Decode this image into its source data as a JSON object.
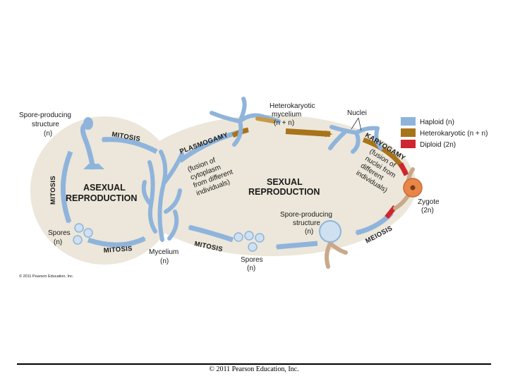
{
  "colors": {
    "haploid": "#8fb4dc",
    "heterokaryotic": "#a8741a",
    "diploid": "#d0262f",
    "background_oval": "#ece7da",
    "arrow": "#8fb4dc",
    "zygote": "#e8864a"
  },
  "legend": {
    "haploid": "Haploid (n)",
    "heterokaryotic": "Heterokaryotic (n + n)",
    "diploid": "Diploid (2n)"
  },
  "regions": {
    "asexual_line1": "ASEXUAL",
    "asexual_line2": "REPRODUCTION",
    "sexual_line1": "SEXUAL",
    "sexual_line2": "REPRODUCTION"
  },
  "arrows": {
    "mitosis_top": "MITOSIS",
    "mitosis_left": "MITOSIS",
    "mitosis_bottom_left": "MITOSIS",
    "mitosis_bottom_right": "MITOSIS",
    "plasmogamy": "PLASMOGAMY",
    "karyogamy": "KARYOGAMY",
    "meiosis": "MEIOSIS"
  },
  "notes": {
    "plasmogamy": [
      "(fusion of",
      "cytoplasm",
      "from different",
      "individuals)"
    ],
    "karyogamy": [
      "(fusion of",
      "nuclei from",
      "different",
      "individuals)"
    ]
  },
  "labels": {
    "spore_structure_left": [
      "Spore-producing",
      "structure",
      "(n)"
    ],
    "heterokaryotic_mycelium": [
      "Heterokaryotic",
      "mycelium",
      "(n + n)"
    ],
    "nuclei": "Nuclei",
    "zygote": [
      "Zygote",
      "(2n)"
    ],
    "spore_structure_right": [
      "Spore-producing",
      "structure",
      "(n)"
    ],
    "spores_left": [
      "Spores",
      "(n)"
    ],
    "spores_bottom": [
      "Spores",
      "(n)"
    ],
    "mycelium": [
      "Mycelium",
      "(n)"
    ]
  },
  "copyright_small": "© 2011 Pearson Education, Inc.",
  "footer": "© 2011 Pearson Education, Inc."
}
